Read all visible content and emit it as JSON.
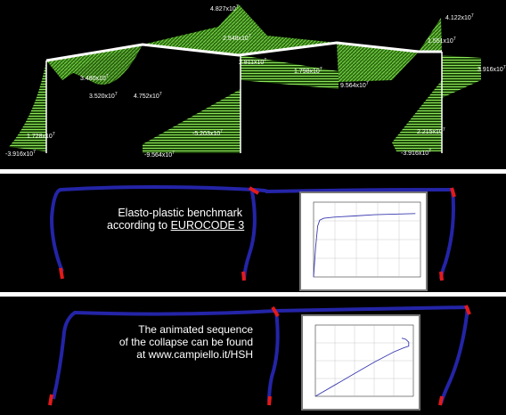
{
  "top": {
    "labels": [
      "4.827x10",
      "2.548x10",
      "4.122x10",
      "1.551x10",
      "2.811x10",
      "1.798x10",
      "3.916x10",
      "3.480x10",
      "3.520x10",
      "4.752x10",
      "9.564x10",
      "1.728x10",
      "-5.203x10",
      "2.215x10",
      "-3.916x10",
      "-9.564x10",
      "-3.916x10"
    ],
    "exponent": "7"
  },
  "middle": {
    "caption_line1": "Elasto-plastic benchmark",
    "caption_line2_prefix": "according to ",
    "caption_link": "EUROCODE 3",
    "chart_data": {
      "type": "line",
      "title": "",
      "xlabel": "",
      "ylabel": "",
      "series": [
        {
          "x": [
            0,
            0.02,
            0.04,
            0.06,
            0.1,
            0.2,
            0.4,
            0.6,
            0.8,
            1.0
          ],
          "y": [
            0,
            0.5,
            0.85,
            0.95,
            0.98,
            1.0,
            1.02,
            1.04,
            1.05,
            1.06
          ]
        }
      ]
    }
  },
  "bottom": {
    "caption_line1": "The animated sequence",
    "caption_line2": "of the collapse can be found",
    "caption_line3": "at  www.campiello.it/HSH",
    "chart_data": {
      "type": "line",
      "title": "",
      "xlabel": "",
      "ylabel": "",
      "series": [
        {
          "x": [
            0,
            0.2,
            0.4,
            0.6,
            0.8,
            0.9,
            0.95,
            0.95,
            0.92,
            0.88
          ],
          "y": [
            0,
            0.2,
            0.4,
            0.6,
            0.78,
            0.85,
            0.88,
            0.95,
            1.0,
            1.02
          ]
        }
      ]
    }
  }
}
